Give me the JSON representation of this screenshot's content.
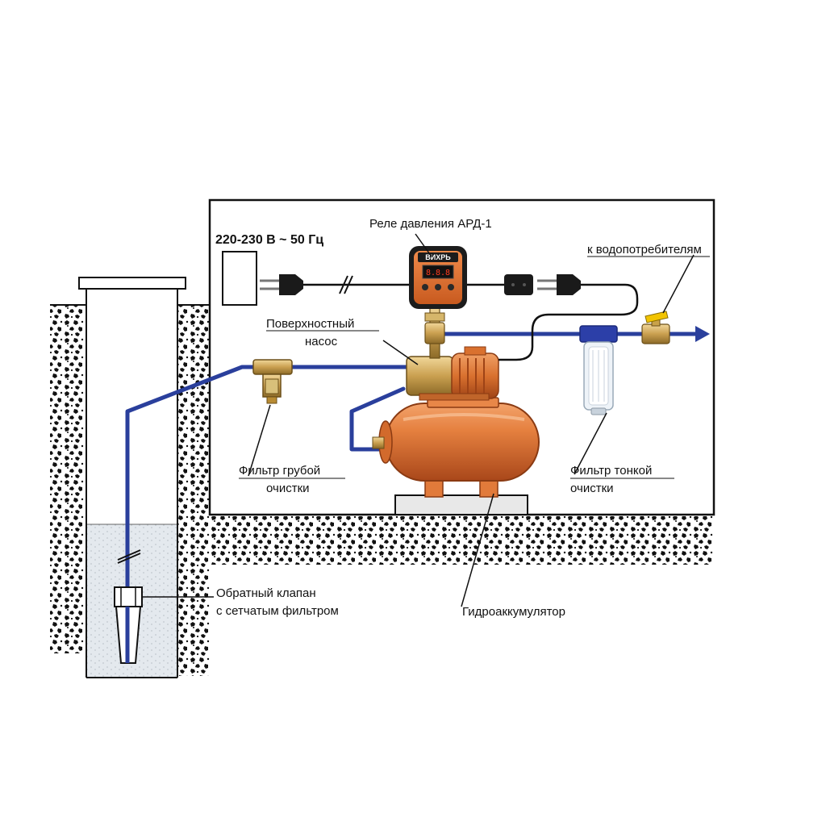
{
  "labels": {
    "voltage": "220-230 В ~ 50 Гц",
    "relay": "Реле давления АРД-1",
    "consumers": "к водопотребителям",
    "pump_line1": "Поверхностный",
    "pump_line2": "насос",
    "coarse_filter_line1": "Фильтр грубой",
    "coarse_filter_line2": "очистки",
    "fine_filter_line1": "Фильтр тонкой",
    "fine_filter_line2": "очистки",
    "check_valve_line1": "Обратный клапан",
    "check_valve_line2": "с сетчатым фильтром",
    "accumulator": "Гидроаккумулятор"
  },
  "relay_brand": "ВИХРЬ",
  "relay_display": "8.8.8",
  "colors": {
    "pipe": "#2a3f9c",
    "orange": "#e0793a",
    "orange_dark": "#b5531f",
    "brass": "#c9a24a",
    "valve_handle": "#f2c400",
    "water": "#dfe6ec",
    "soil": "#1a1a1a"
  }
}
